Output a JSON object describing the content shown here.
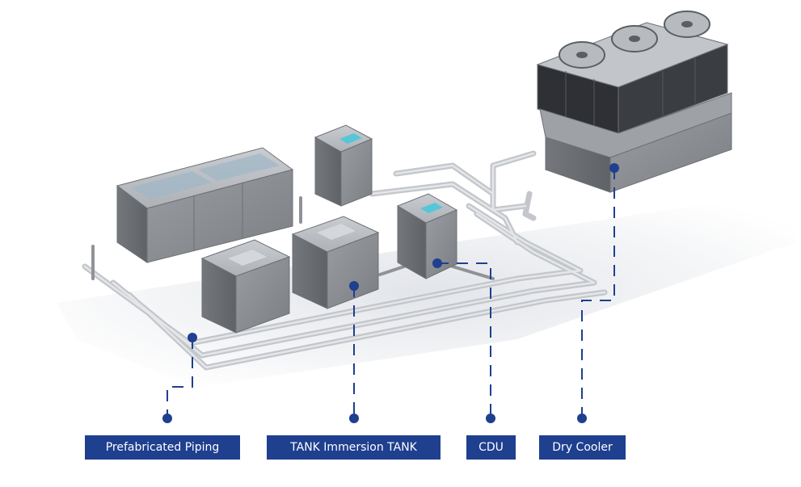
{
  "colors": {
    "accent": "#1f3f8f",
    "label_bg": "#1f3f8f",
    "label_text": "#ffffff",
    "equipment_grey": "#8e9196",
    "pipe_grey": "#b9bcc0"
  },
  "labels": {
    "prefabricated_piping": "Prefabricated Piping",
    "immersion_tank": "TANK Immersion TANK",
    "cdu": "CDU",
    "dry_cooler": "Dry Cooler"
  },
  "icons": [
    "fan-icon",
    "display-screen-icon",
    "marker-dot-icon"
  ]
}
